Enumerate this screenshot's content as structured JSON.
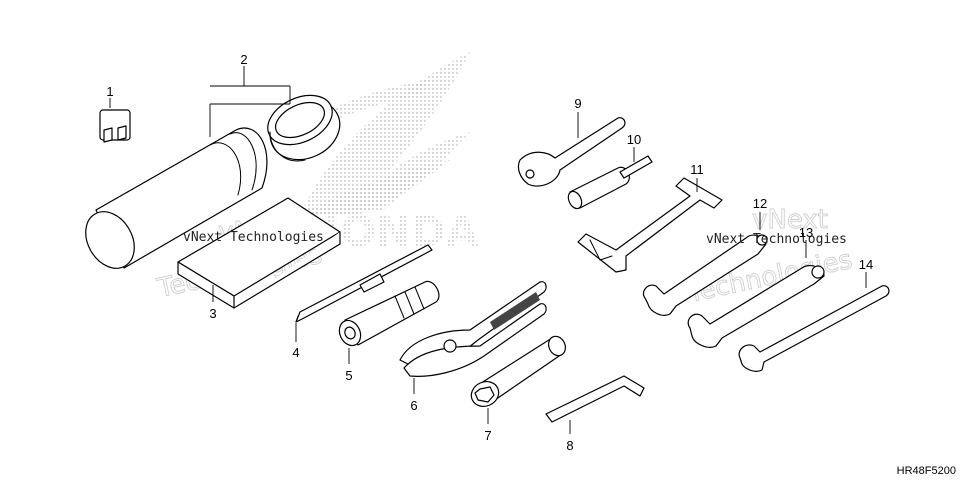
{
  "diagram_code": "HR48F5200",
  "watermark": {
    "text": "vNext Technologies",
    "word1": "vNext",
    "word2": "Technologies"
  },
  "brand_mark": "HONDA",
  "callouts": [
    {
      "id": "1",
      "label": "1"
    },
    {
      "id": "2",
      "label": "2"
    },
    {
      "id": "3",
      "label": "3"
    },
    {
      "id": "4",
      "label": "4"
    },
    {
      "id": "5",
      "label": "5"
    },
    {
      "id": "6",
      "label": "6"
    },
    {
      "id": "7",
      "label": "7"
    },
    {
      "id": "8",
      "label": "8"
    },
    {
      "id": "9",
      "label": "9"
    },
    {
      "id": "10",
      "label": "10"
    },
    {
      "id": "11",
      "label": "11"
    },
    {
      "id": "12",
      "label": "12"
    },
    {
      "id": "13",
      "label": "13"
    },
    {
      "id": "14",
      "label": "14"
    }
  ]
}
